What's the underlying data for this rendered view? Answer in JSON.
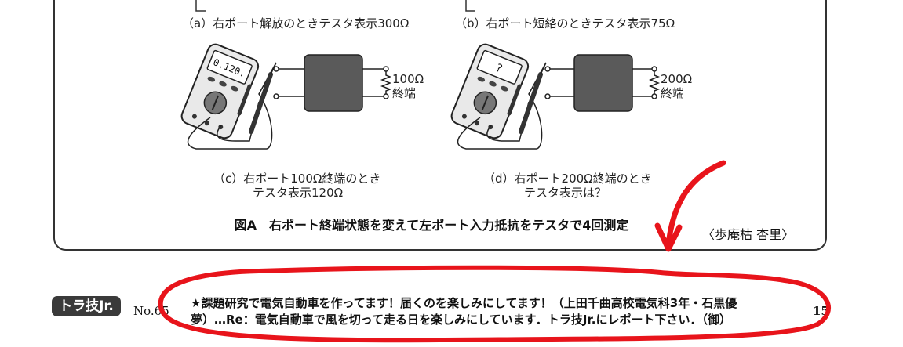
{
  "figure": {
    "caption_a": "（a）右ポート解放のときテスタ表示300Ω",
    "caption_b": "（b）右ポート短絡のときテスタ表示75Ω",
    "caption_c_line1": "（c）右ポート100Ω終端のとき",
    "caption_c_line2": "テスタ表示120Ω",
    "caption_d_line1": "（d）右ポート200Ω終端のとき",
    "caption_d_line2": "テスタ表示は？",
    "term_c_value": "100Ω",
    "term_c_label": "終端",
    "term_d_value": "200Ω",
    "term_d_label": "終端",
    "meter_c_display": "0.120.",
    "meter_d_display": "?",
    "title": "図A　右ポート終端状態を変えて左ポート入力抵抗をテスタで4回測定",
    "author": "〈歩庵枯 杏里〉"
  },
  "footer": {
    "logo": "トラ技Jr.",
    "issue": "No.65",
    "page": "15",
    "note_line1": "★課題研究で電気自動車を作ってます！届くのを楽しみにしてます！（上田千曲高校電気科3年・石黒優",
    "note_line2": "夢）…Re：電気自動車で風を切って走る日を楽しみにしています．トラ技Jr.にレポート下さい．（御）"
  },
  "colors": {
    "annotation_red": "#e8141b",
    "box_gray": "#5a5a5a"
  }
}
